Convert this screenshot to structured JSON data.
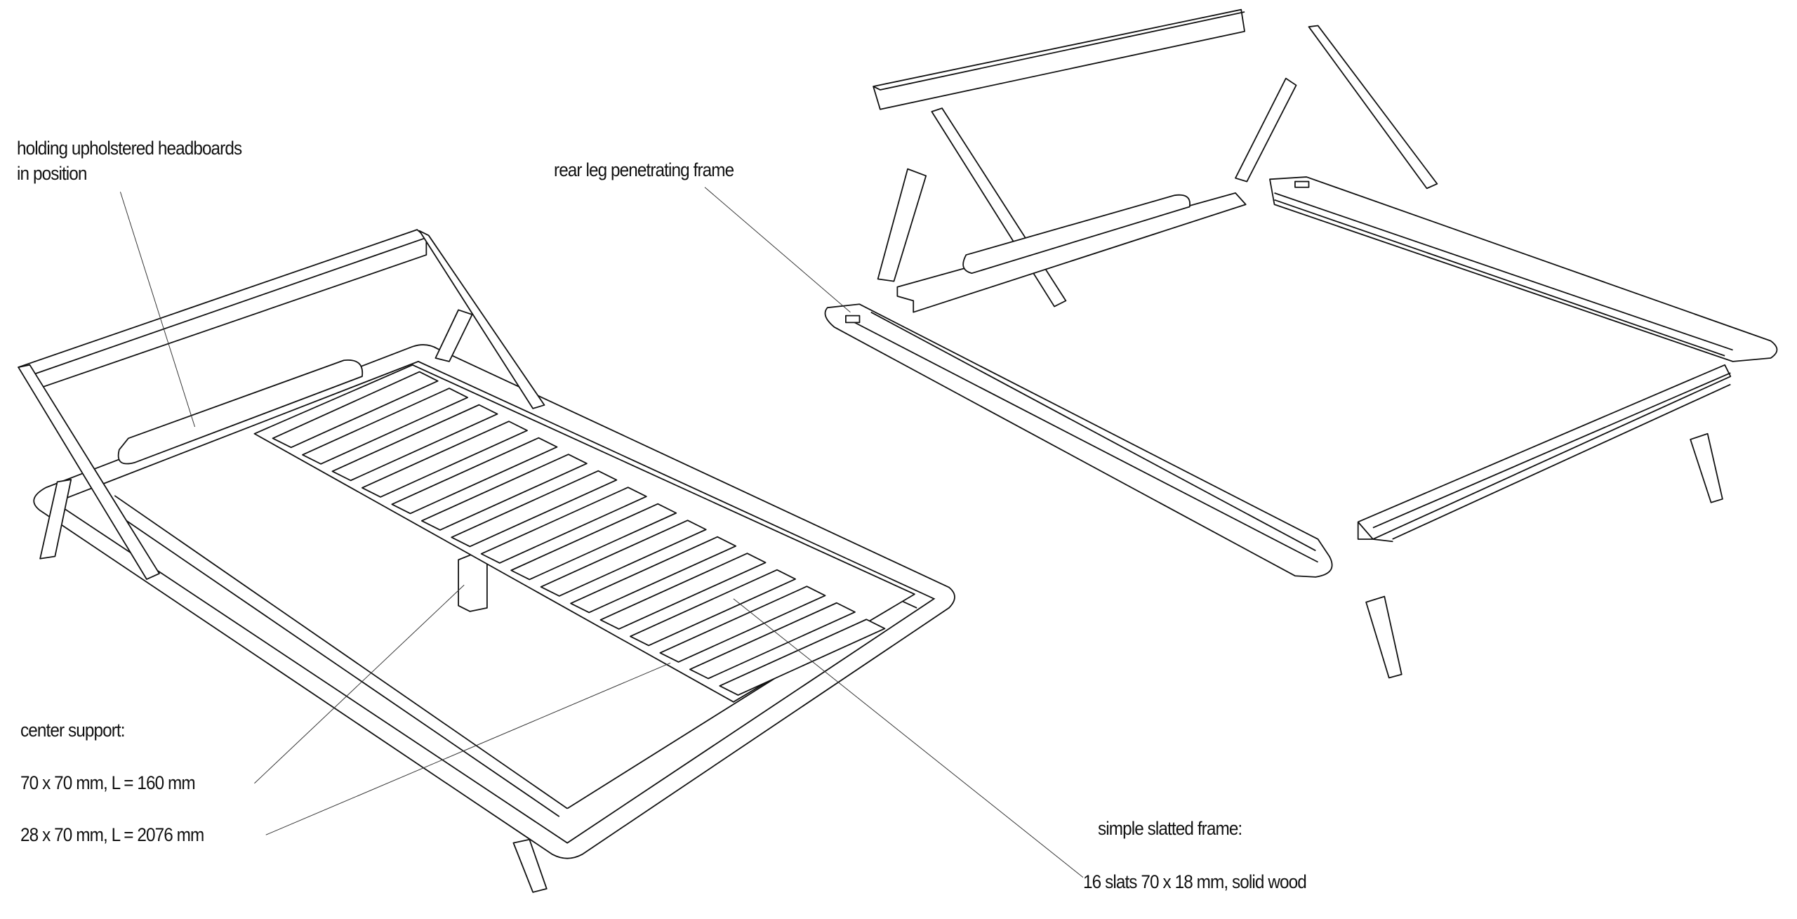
{
  "labels": {
    "headboard_line1": "holding upholstered headboards",
    "headboard_line2": "in position",
    "rear_leg": "rear leg penetrating frame",
    "center_support_title": "center support:",
    "center_support_dims": "70 x 70 mm,  L = 160 mm",
    "rail_dims": "28 x 70 mm,  L = 2076 mm",
    "slatted_title": "simple slatted frame:",
    "slats_desc": "16 slats  70 x 18 mm,  solid wood"
  },
  "slat_count": 16
}
